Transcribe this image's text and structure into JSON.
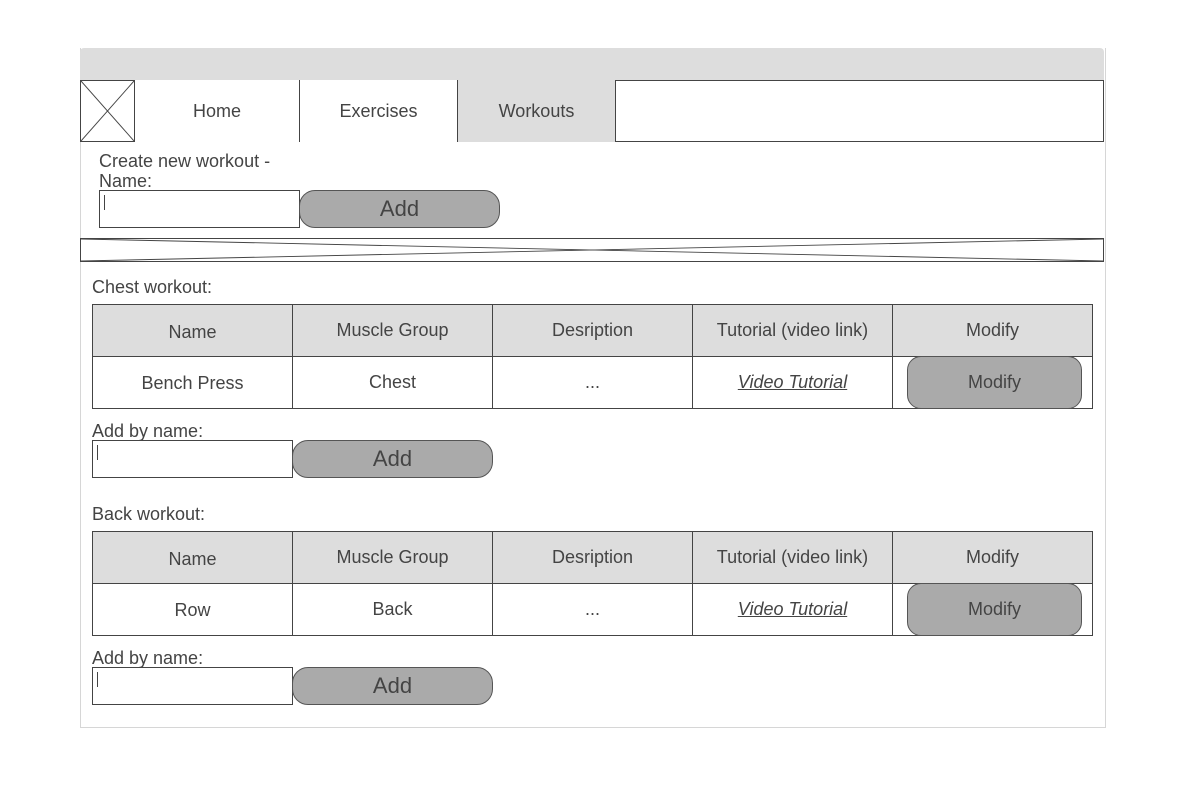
{
  "nav": {
    "tabs": [
      {
        "label": "Home"
      },
      {
        "label": "Exercises"
      },
      {
        "label": "Workouts"
      }
    ],
    "active_tab": "Workouts"
  },
  "create": {
    "label_line1": "Create new workout -",
    "label_line2": "Name:",
    "input_value": "",
    "add_label": "Add"
  },
  "table_headers": [
    "Name",
    "Muscle Group",
    "Desription",
    "Tutorial (video link)",
    "Modify"
  ],
  "workouts": [
    {
      "title": "Chest workout:",
      "rows": [
        {
          "name": "Bench Press",
          "muscle_group": "Chest",
          "description": "...",
          "tutorial": "Video Tutorial",
          "modify": "Modify"
        }
      ],
      "add_by_name_label": "Add by name:",
      "add_input_value": "",
      "add_label": "Add"
    },
    {
      "title": "Back workout:",
      "rows": [
        {
          "name": "Row",
          "muscle_group": "Back",
          "description": "...",
          "tutorial": "Video Tutorial",
          "modify": "Modify"
        }
      ],
      "add_by_name_label": "Add by name:",
      "add_input_value": "",
      "add_label": "Add"
    }
  ],
  "colors": {
    "frame": "#dddddd",
    "button": "#aaaaaa",
    "text": "#444444"
  },
  "icons": {
    "logo": "image-placeholder-icon",
    "banner": "banner-placeholder"
  }
}
